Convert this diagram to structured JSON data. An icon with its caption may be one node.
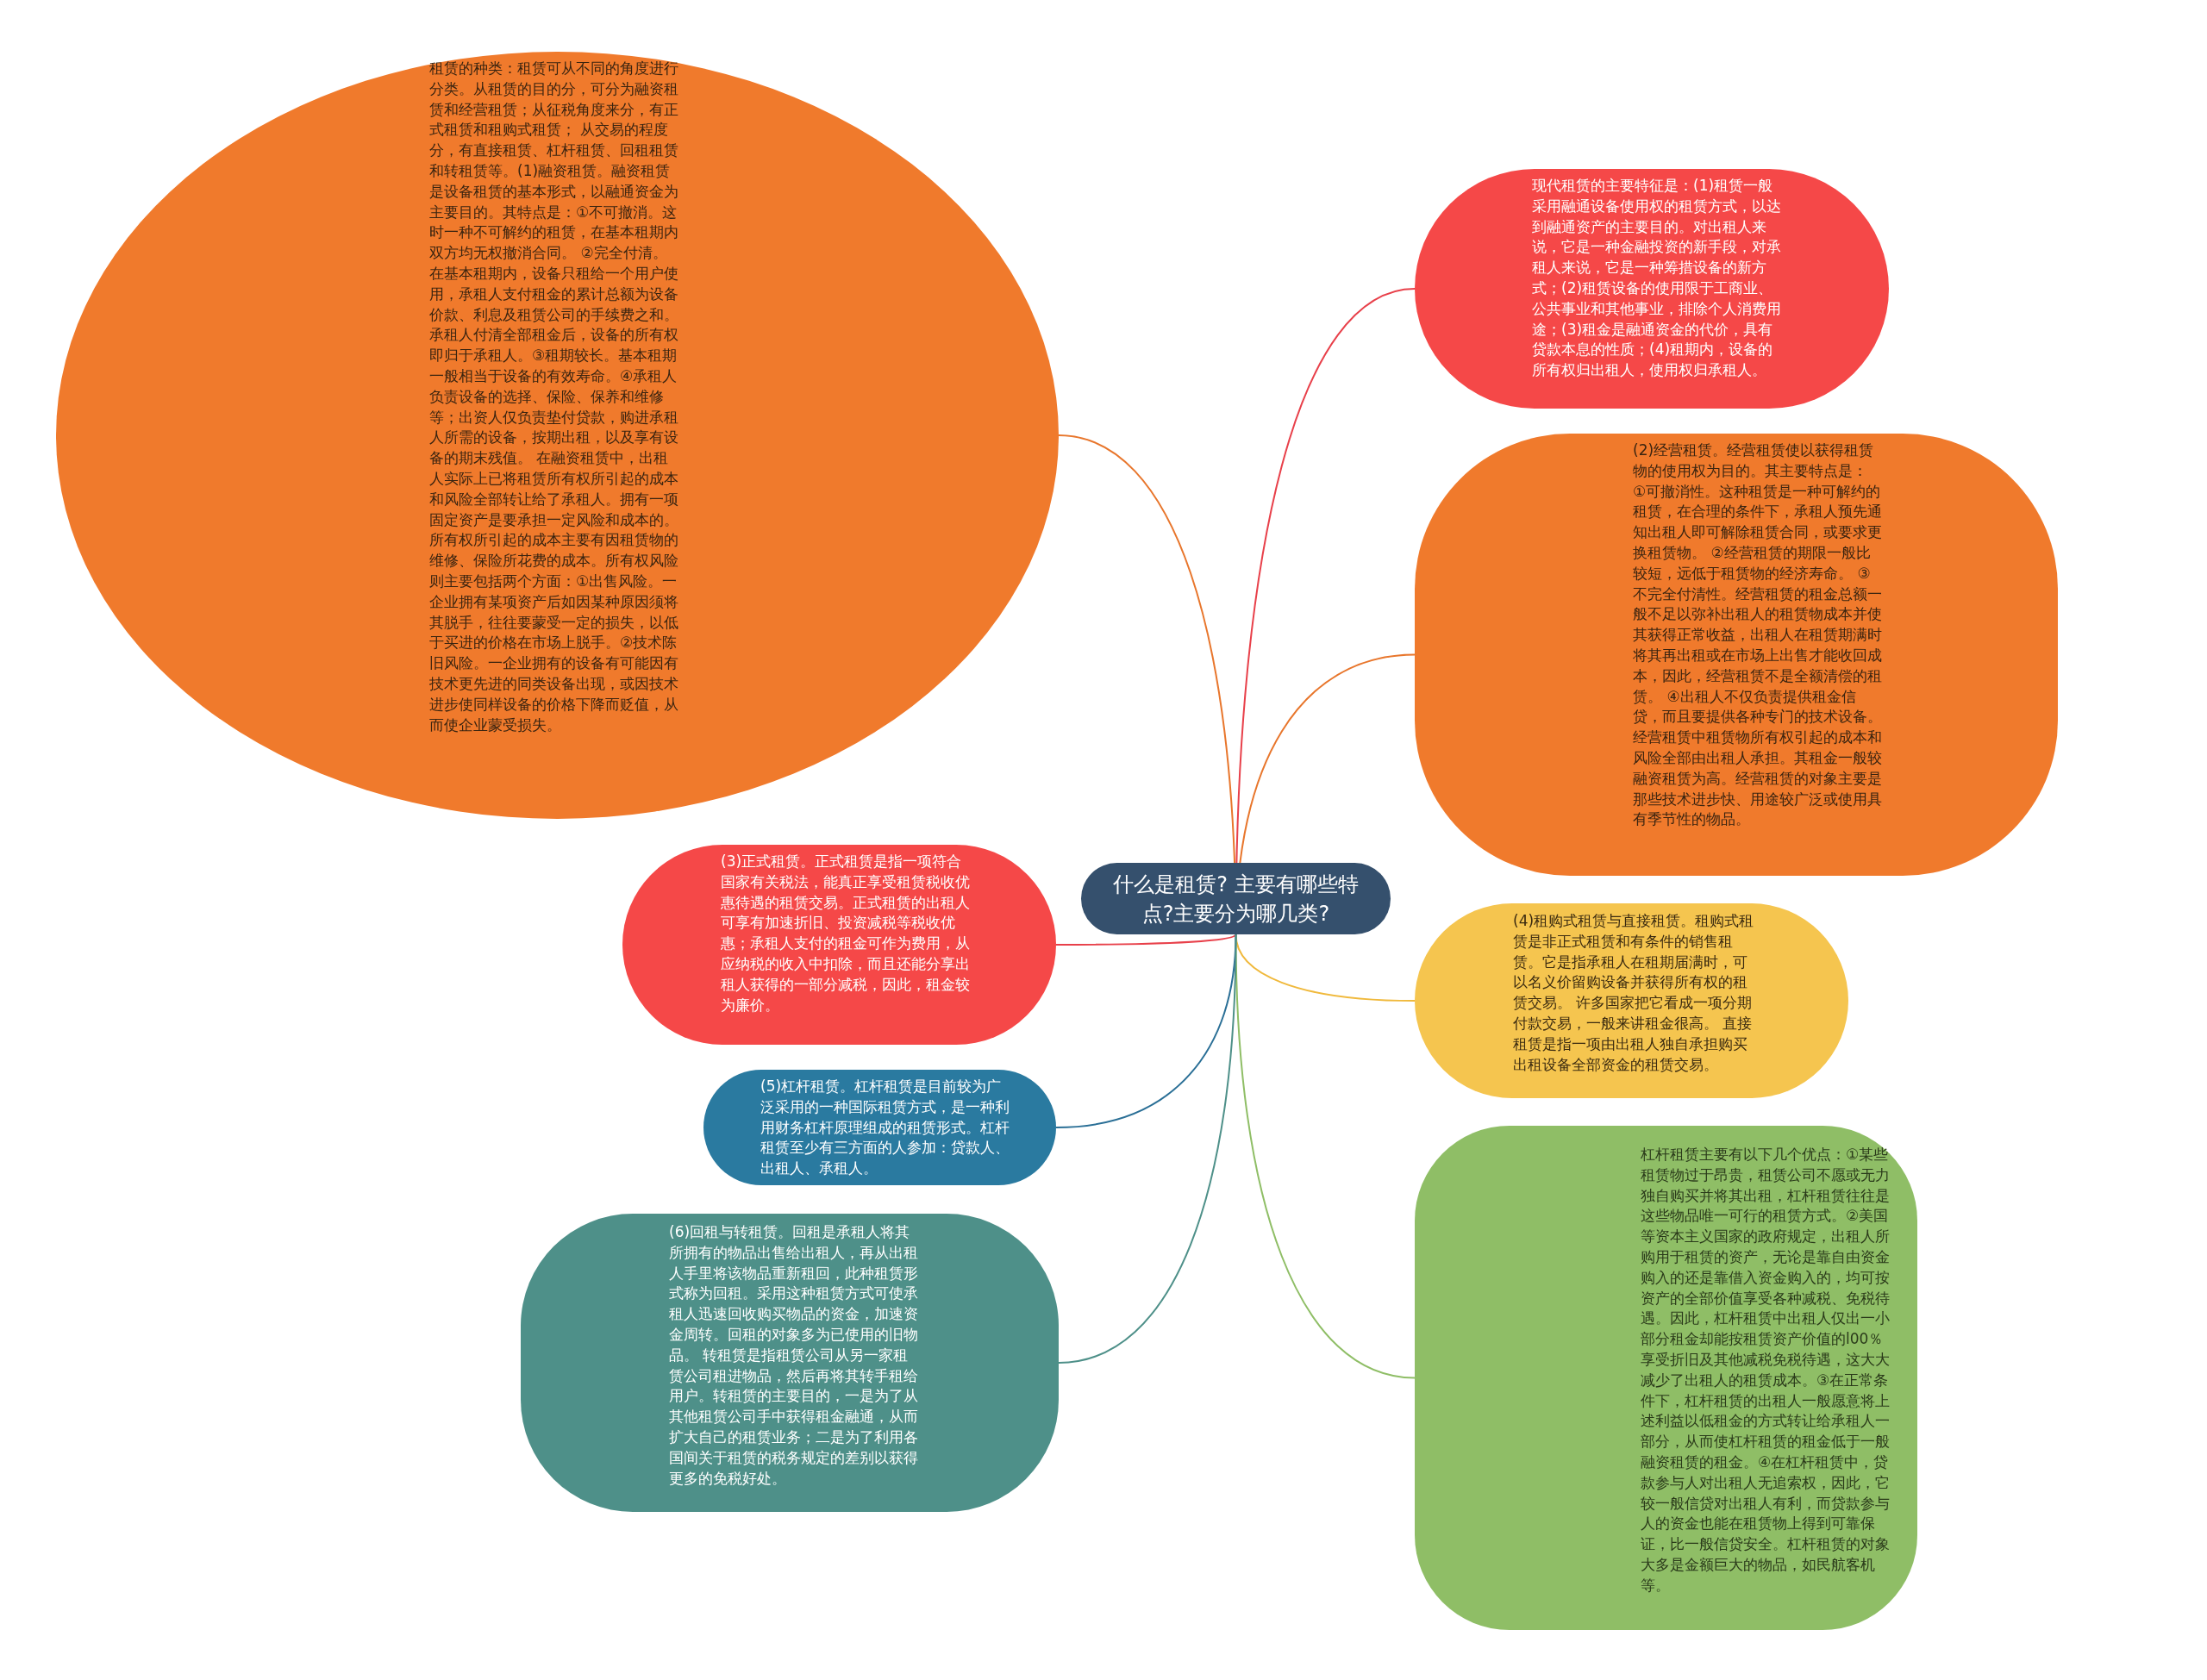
{
  "diagram": {
    "nodes": [
      {
        "text": [
          "什么是租赁? 主要有哪些特点?主要分为哪几类?"
        ]
      },
      {
        "text": [
          "租赁的种类：租赁可从不同的角度进行分类。从租赁的目的分，可分为融资租赁和经营租赁；从征税角度来分，有正式租赁和租购式租赁； 从交易的程度分，有直接租赁、杠杆租赁、回租租赁和转租赁等。(1)融资租赁。融资租赁是设备租赁的基本形式，以融通资金为主要目的。其特点是：①不可撤消。这时一种不可解约的租赁，在基本租期内双方均无权撤消合同。 ②完全付清。在基本租期内，设备只租给一个用户使用，承租人支付租金的累计总额为设备价款、利息及租赁公司的手续费之和。承租人付清全部租金后，设备的所有权即归于承租人。③租期较长。基本租期一般相当于设备的有效寿命。④承租人负责设备的选择、保险、保养和维修等；出资人仅负责垫付贷款，购进承租人所需的设备，按期出租，以及享有设备的期末残值。 在融资租赁中，出租人实际上已将租赁所有权所引起的成本和风险全部转让给了承租人。拥有一项固定资产是要承担一定风险和成本的。所有权所引起的成本主要有因租赁物的维修、保险所花费的成本。所有权风险则主要包括两个方面：①出售风险。一企业拥有某项资产后如因某种原因须将其脱手，往往要蒙受一定的损失，以低于买进的价格在市场上脱手。②技术陈旧风险。一企业拥有的设备有可能因有技术更先进的同类设备出现，或因技术进步使同样设备的价格下降而贬值，从而使企业蒙受损失。"
        ]
      },
      {
        "text": [
          "现代租赁的主要特征是：(1)租赁一般采用融通设备使用权的租赁方式，以达到融通资产的主要目的。对出租人来说，它是一种金融投资的新手段，对承租人来说，它是一种筹措设备的新方式；(2)租赁设备的使用限于工商业、公共事业和其他事业，排除个人消费用途；(3)租金是融通资金的代价，具有贷款本息的性质；(4)租期内，设备的所有权归出租人，使用权归承租人。"
        ]
      },
      {
        "text": [
          "(2)经营租赁。经营租赁使以获得租赁物的使用权为目的。其主要特点是： ①可撤消性。这种租赁是一种可解约的租赁，在合理的条件下，承租人预先通知出租人即可解除租赁合同，或要求更换租赁物。 ②经营租赁的期限一般比较短，远低于租赁物的经济寿命。 ③不完全付清性。经营租赁的租金总额一般不足以弥补出租人的租赁物成本并使其获得正常收益，出租人在租赁期满时将其再出租或在市场上出售才能收回成本，因此，经营租赁不是全额清偿的租赁。 ④出租人不仅负责提供租金信贷，而且要提供各种专门的技术设备。经营租赁中租赁物所有权引起的成本和风险全部由出租人承担。其租金一般较融资租赁为高。经营租赁的对象主要是那些技术进步快、用途较广泛或使用具有季节性的物品。"
        ]
      },
      {
        "text": [
          "(4)租购式租赁与直接租赁。租购式租赁是非正式租赁和有条件的销售租赁。它是指承租人在租期届满时，可以名义价留购设备并获得所有权的租赁交易。 许多国家把它看成一项分期付款交易，一般来讲租金很高。 直接租赁是指一项由出租人独自承担购买出租设备全部资金的租赁交易。"
        ]
      },
      {
        "text": [
          "杠杆租赁主要有以下几个优点：①某些租赁物过于昂贵，租赁公司不愿或无力独自购买并将其出租，杠杆租赁往往是这些物品唯一可行的租赁方式。②美国等资本主义国家的政府规定，出租人所购用于租赁的资产，无论是靠自由资金购入的还是靠借入资金购入的，均可按资产的全部价值享受各种减税、免税待遇。因此，杠杆租赁中出租人仅出一小部分租金却能按租赁资产价值的l00％享受折旧及其他减税免税待遇，这大大减少了出租人的租赁成本。③在正常条件下，杠杆租赁的出租人一般愿意将上述利益以低租金的方式转让给承租人一部分，从而使杠杆租赁的租金低于一般融资租赁的租金。④在杠杆租赁中，贷款参与人对出租人无追索权，因此，它较一般信贷对出租人有利，而贷款参与人的资金也能在租赁物上得到可靠保证，比一般信贷安全。杠杆租赁的对象大多是金额巨大的物品，如民航客机等。"
        ]
      },
      {
        "text": [
          "(3)正式租赁。正式租赁是指一项符合国家有关税法，能真正享受租赁税收优惠待遇的租赁交易。正式租赁的出租人可享有加速折旧、投资减税等税收优惠；承租人支付的租金可作为费用，从应纳税的收入中扣除，而且还能分享出租人获得的一部分减税，因此，租金较为廉价。"
        ]
      },
      {
        "text": [
          "(5)杠杆租赁。杠杆租赁是目前较为广泛采用的一种国际租赁方式，是一种利用财务杠杆原理组成的租赁形式。杠杆租赁至少有三方面的人参加：贷款人、出租人、承租人。"
        ]
      },
      {
        "text": [
          "(6)回租与转租赁。回租是承租人将其所拥有的物品出售给出租人，再从出租人手里将该物品重新租回，此种租赁形式称为回租。采用这种租赁方式可使承租人迅速回收购买物品的资金，加速资金周转。回租的对象多为已使用的旧物品。 转租赁是指租赁公司从另一家租赁公司租进物品，然后再将其转手租给用户。转租赁的主要目的，一是为了从其他租赁公司手中获得租金融通，从而扩大自己的租赁业务；二是为了利用各国间关于租赁的税务规定的差别以获得更多的免税好处。"
        ]
      }
    ],
    "edges": [
      {
        "from": 0,
        "to": 1,
        "arrow": "none",
        "color": "#e8762c"
      },
      {
        "from": 0,
        "to": 2,
        "arrow": "none",
        "color": "#e8404a"
      },
      {
        "from": 0,
        "to": 3,
        "arrow": "none",
        "color": "#e8762c"
      },
      {
        "from": 0,
        "to": 4,
        "arrow": "none",
        "color": "#f0b93c"
      },
      {
        "from": 0,
        "to": 5,
        "arrow": "none",
        "color": "#8fbe66"
      },
      {
        "from": 0,
        "to": 6,
        "arrow": "none",
        "color": "#e8404a"
      },
      {
        "from": 0,
        "to": 7,
        "arrow": "none",
        "color": "#2a6f96"
      },
      {
        "from": 0,
        "to": 8,
        "arrow": "none",
        "color": "#4e9089"
      }
    ]
  }
}
